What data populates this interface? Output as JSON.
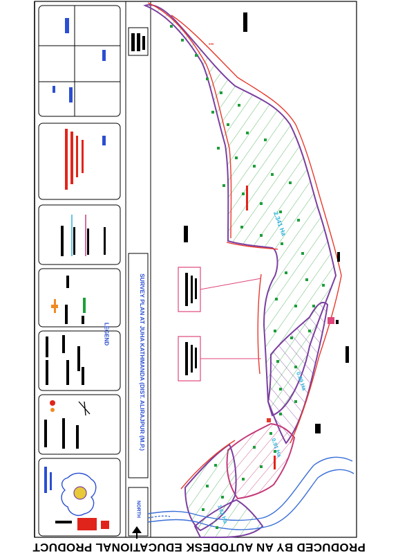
{
  "plan": {
    "title": "SURVEY PLAN AT JUHA KATHMANDA (DIST. ALIRAJPUR (M.P.)",
    "legend_heading": "LEGEND",
    "north_label": "NORTH",
    "parcel_labels": [
      "2.341 Ha",
      "0.89 Ha",
      "0.91 Ha",
      "1.62 Ha"
    ],
    "watermark": "PRODUCED BY AN AUTODESK EDUCATIONAL PRODUCT"
  },
  "colors": {
    "boundary": "#7b3fa0",
    "measure": "#e8382a",
    "hatch": "#3aa84a",
    "tree": "#1e9e3a",
    "river": "#3a6fd8",
    "callout": "#e0457b",
    "label": "#2bb3d9"
  },
  "icons": [
    "north-arrow-icon",
    "tree-icon",
    "pillar-icon"
  ]
}
